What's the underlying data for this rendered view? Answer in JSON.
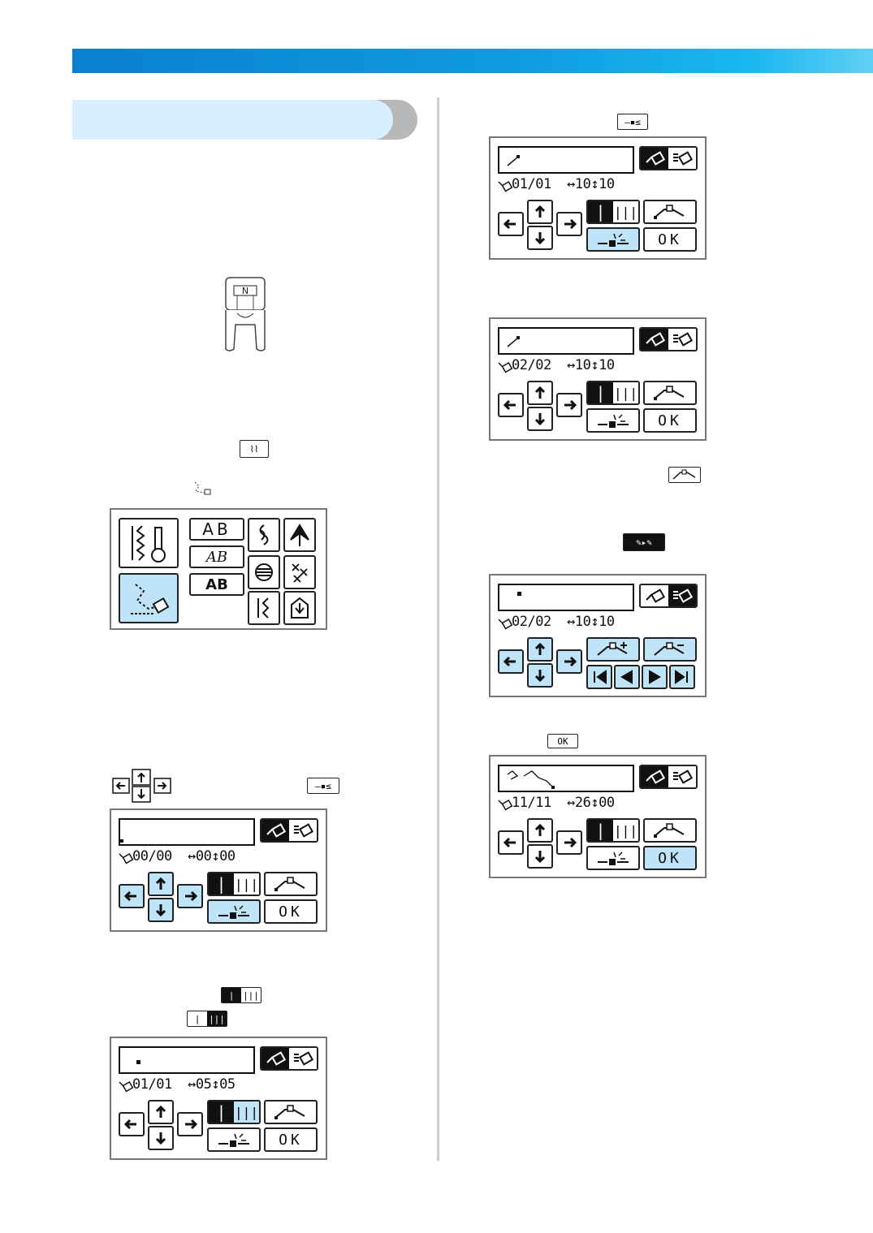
{
  "screens": [
    {
      "status": "00/00  ↔00↕00"
    },
    {
      "status": "01/01  ↔05↕05"
    },
    {
      "status": "01/01  ↔10↕10"
    },
    {
      "status": "02/02  ↔10↕10"
    },
    {
      "status": "02/02  ↔10↕10"
    },
    {
      "status": "11/11  ↔26↕00"
    }
  ],
  "ok_label": "OK",
  "presser_foot_letter": "N",
  "category_labels": {
    "ab_outline": "AB",
    "ab_script": "AB",
    "ab_block": "AB"
  }
}
